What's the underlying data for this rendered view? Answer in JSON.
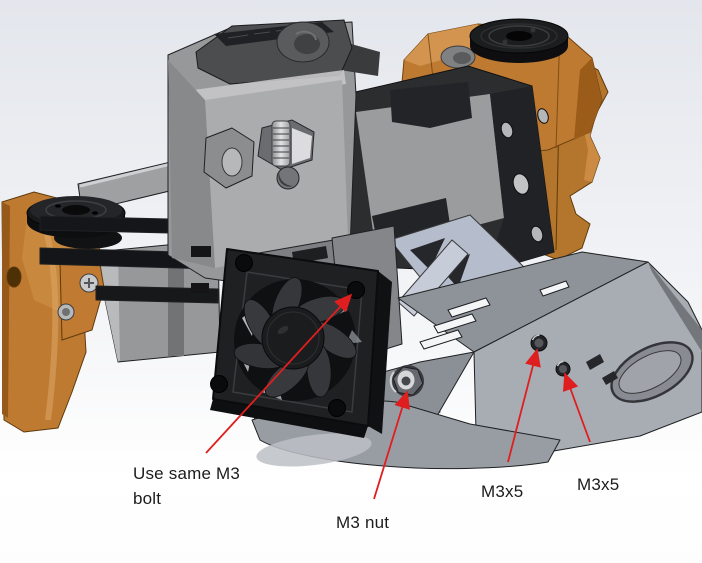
{
  "annotations": {
    "labels": [
      {
        "lines": [
          "Use same M3",
          "bolt"
        ]
      },
      {
        "lines": [
          "M3 nut"
        ]
      },
      {
        "lines": [
          "M3x5"
        ]
      },
      {
        "lines": [
          "M3x5"
        ]
      }
    ]
  },
  "colors": {
    "arrow-red": "#df1f1f",
    "label-text": "#1c1c1c",
    "orange": "#bf7a31",
    "orange-dark": "#96591a",
    "orange-light": "#d2944f",
    "motor-dark": "#2c2d2f",
    "motor-face": "#9b9c9e",
    "body-gray": "#a8a9ab",
    "duct-gray": "#a8adb4",
    "duct-gray-dark": "#8e939a",
    "fan-black": "#1f2022",
    "bg-top": "#e3e6ec",
    "bg-bottom": "#ffffff"
  }
}
